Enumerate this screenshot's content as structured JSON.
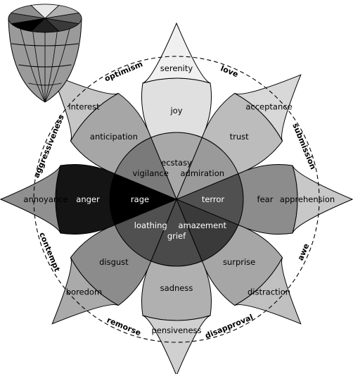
{
  "petals": [
    {
      "outer": "serenity",
      "middle": "joy",
      "inner": "ecstasy"
    },
    {
      "outer": "acceptance",
      "middle": "trust",
      "inner": "admiration"
    },
    {
      "outer": "apprehension",
      "middle": "fear",
      "inner": "terror"
    },
    {
      "outer": "distraction",
      "middle": "surprise",
      "inner": "amazement"
    },
    {
      "outer": "pensiveness",
      "middle": "sadness",
      "inner": "grief"
    },
    {
      "outer": "boredom",
      "middle": "disgust",
      "inner": "loathing"
    },
    {
      "outer": "annoyance",
      "middle": "anger",
      "inner": "rage"
    },
    {
      "outer": "interest",
      "middle": "anticipation",
      "inner": "vigilance"
    }
  ],
  "dyads": [
    "love",
    "submission",
    "awe",
    "disapproval",
    "remorse",
    "contempt",
    "aggressiveness",
    "optimism"
  ],
  "colors": {
    "outline": "#000000",
    "dashed_circle": "#000000",
    "background": "#ffffff"
  },
  "petal_shades": [
    {
      "outer": "#f0f0f0",
      "middle": "#e0e0e0",
      "inner": "#a8a8a8"
    },
    {
      "outer": "#d8d8d8",
      "middle": "#bcbcbc",
      "inner": "#9a9a9a"
    },
    {
      "outer": "#c8c8c8",
      "middle": "#8c8c8c",
      "inner": "#505050"
    },
    {
      "outer": "#c0c0c0",
      "middle": "#a6a6a6",
      "inner": "#3a3a3a"
    },
    {
      "outer": "#d0d0d0",
      "middle": "#b0b0b0",
      "inner": "#4a4a4a"
    },
    {
      "outer": "#aaaaaa",
      "middle": "#8c8c8c",
      "inner": "#505050"
    },
    {
      "outer": "#909090",
      "middle": "#141414",
      "inner": "#000000"
    },
    {
      "outer": "#c6c6c6",
      "middle": "#a6a6a6",
      "inner": "#7a7a7a"
    }
  ]
}
